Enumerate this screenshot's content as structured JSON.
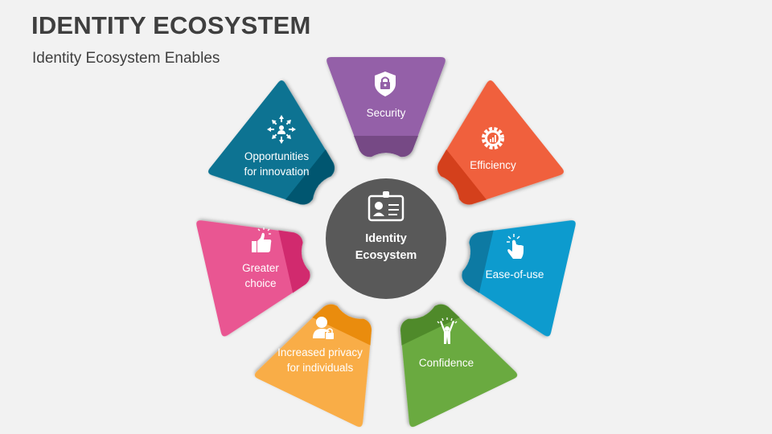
{
  "header": {
    "title": "IDENTITY ECOSYSTEM",
    "subtitle": "Identity Ecosystem Enables"
  },
  "center": {
    "line1": "Identity",
    "line2": "Ecosystem",
    "icon": "id-badge-icon",
    "color": "#595959"
  },
  "petals": [
    {
      "id": "security",
      "line1": "Security",
      "line2": "",
      "icon": "shield-lock-icon",
      "color": "#9460a8",
      "dark": "#764885"
    },
    {
      "id": "efficiency",
      "line1": "Efficiency",
      "line2": "",
      "icon": "gear-chart-icon",
      "color": "#f0603d",
      "dark": "#d43f1c"
    },
    {
      "id": "ease-of-use",
      "line1": "Ease-of-use",
      "line2": "",
      "icon": "tap-hand-icon",
      "color": "#0b9bce",
      "dark": "#0a7aa3"
    },
    {
      "id": "confidence",
      "line1": "Confidence",
      "line2": "",
      "icon": "cheering-person-icon",
      "color": "#6aaa40",
      "dark": "#4f8a2c"
    },
    {
      "id": "privacy",
      "line1": "Increased privacy",
      "line2": "for individuals",
      "icon": "user-lock-icon",
      "color": "#f9ad46",
      "dark": "#ea8c10"
    },
    {
      "id": "choice",
      "line1": "Greater",
      "line2": "choice",
      "icon": "thumbs-up-icon",
      "color": "#e95792",
      "dark": "#d12a6e"
    },
    {
      "id": "innovation",
      "line1": "Opportunities",
      "line2": "for innovation",
      "icon": "innovation-arrows-icon",
      "color": "#0a7392",
      "dark": "#065770"
    }
  ]
}
